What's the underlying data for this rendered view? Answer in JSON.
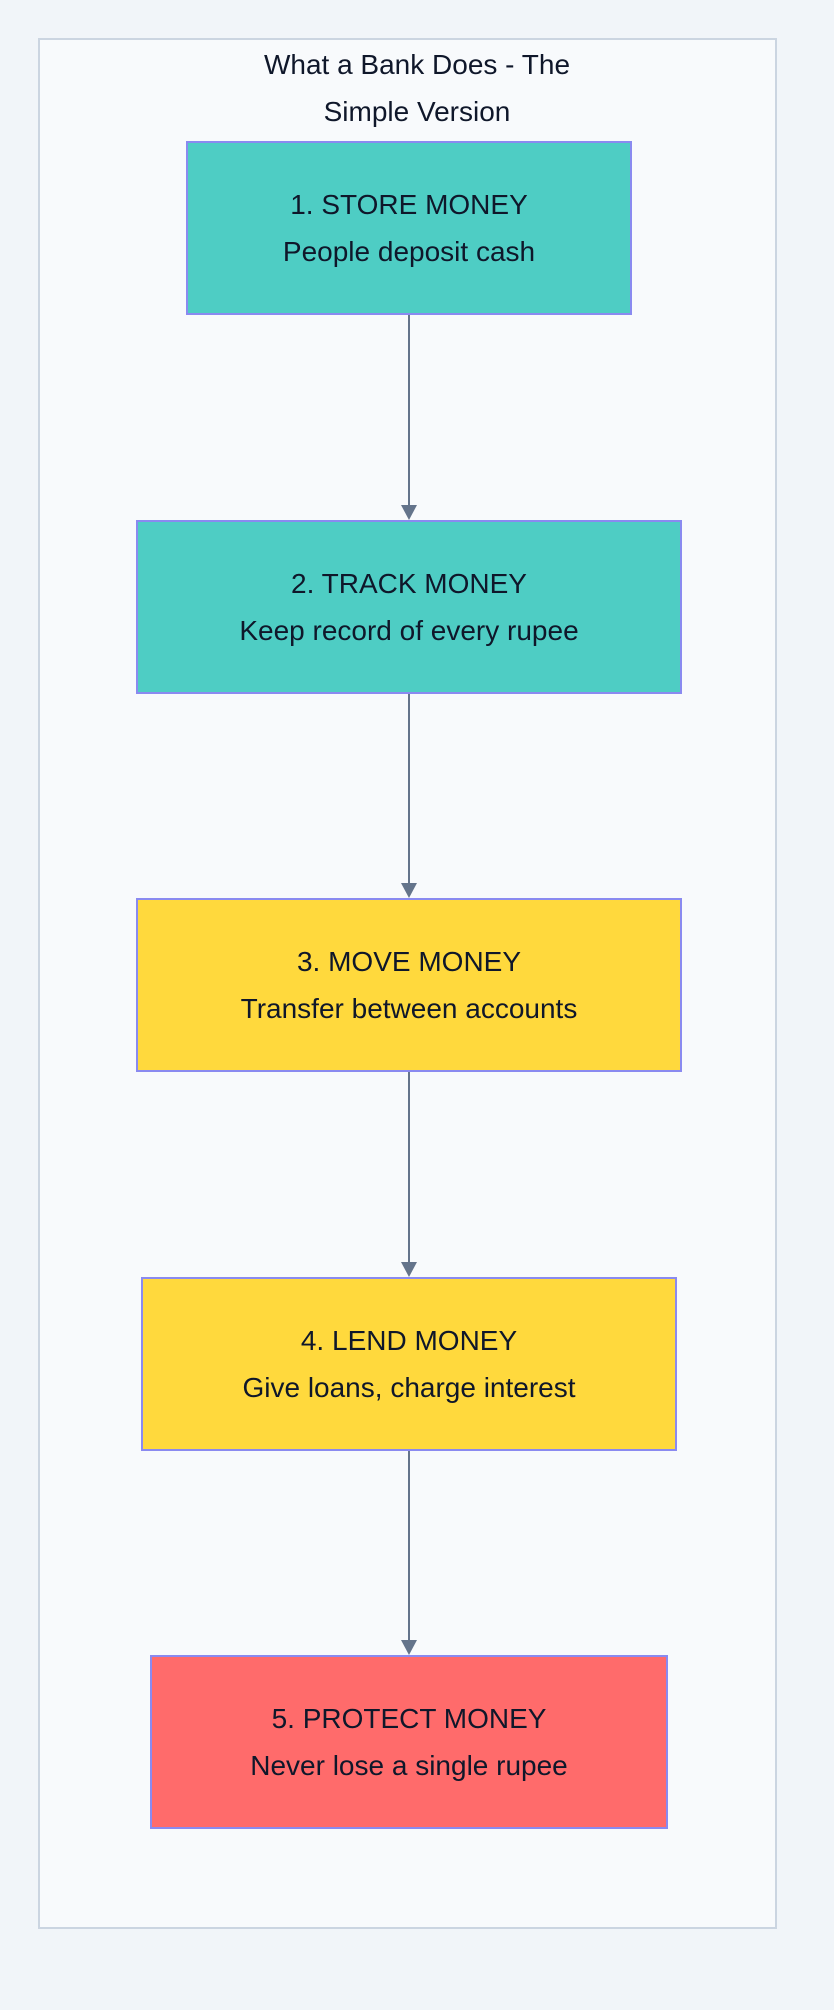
{
  "diagram": {
    "title_lines": [
      "What a Bank Does - The",
      "Simple Version"
    ],
    "colors": {
      "page_background": "#f1f5f9",
      "container_background": "#f8fafc",
      "container_border": "#cbd5e1",
      "node_border": "#8a8af0",
      "edge": "#64748b",
      "text": "#0f172a",
      "teal": "#4ecdc4",
      "yellow": "#ffd93d",
      "red": "#ff6b6b"
    },
    "nodes": [
      {
        "id": "store",
        "title": "1. STORE MONEY",
        "subtitle": "People deposit cash",
        "fill": "#4ecdc4"
      },
      {
        "id": "track",
        "title": "2. TRACK MONEY",
        "subtitle": "Keep record of every rupee",
        "fill": "#4ecdc4"
      },
      {
        "id": "move",
        "title": "3. MOVE MONEY",
        "subtitle": "Transfer between accounts",
        "fill": "#ffd93d"
      },
      {
        "id": "lend",
        "title": "4. LEND MONEY",
        "subtitle": "Give loans, charge interest",
        "fill": "#ffd93d"
      },
      {
        "id": "protect",
        "title": "5. PROTECT MONEY",
        "subtitle": "Never lose a single rupee",
        "fill": "#ff6b6b"
      }
    ],
    "edges": [
      {
        "from": "store",
        "to": "track"
      },
      {
        "from": "track",
        "to": "move"
      },
      {
        "from": "move",
        "to": "lend"
      },
      {
        "from": "lend",
        "to": "protect"
      }
    ]
  }
}
